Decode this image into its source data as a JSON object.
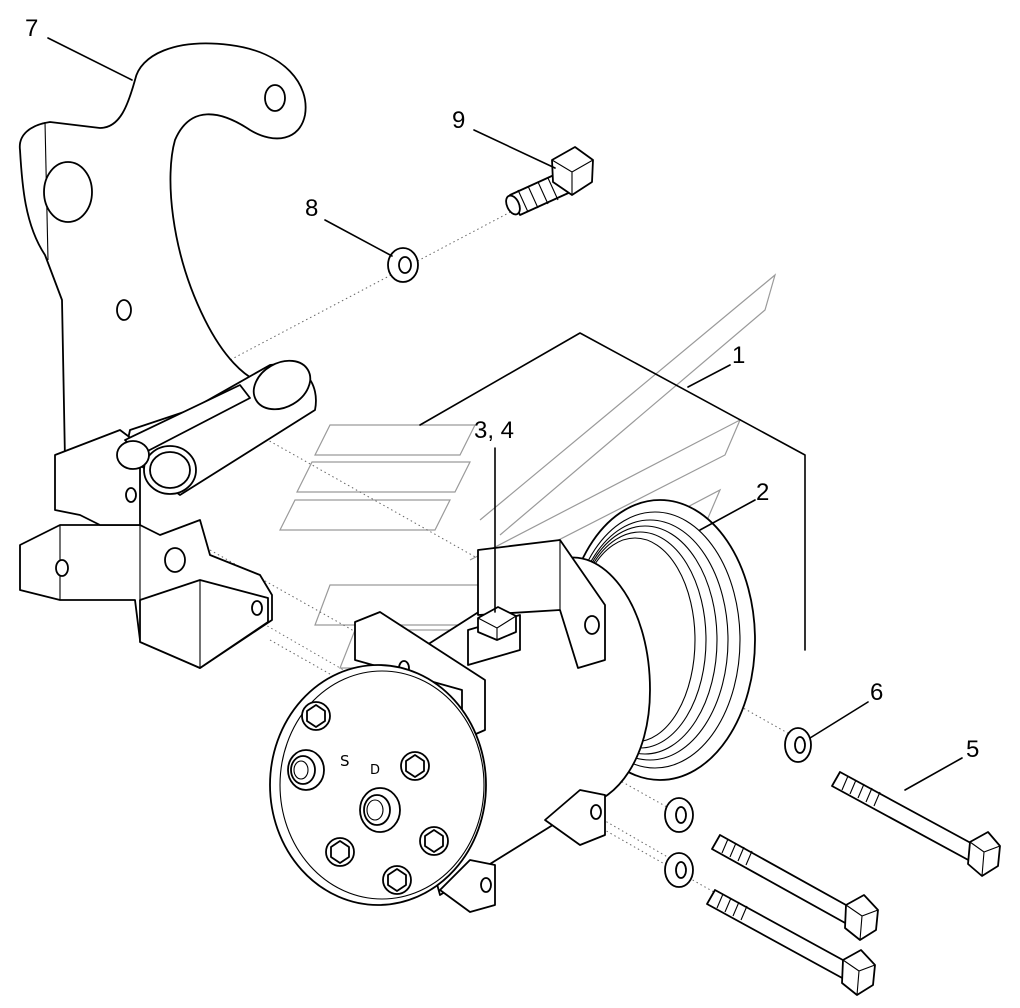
{
  "callouts": {
    "c1": "1",
    "c2": "2",
    "c34": "3, 4",
    "c5": "5",
    "c6": "6",
    "c7": "7",
    "c8": "8",
    "c9": "9"
  },
  "compressor_marks": {
    "suction_mark": "S",
    "discharge_mark": "D"
  }
}
